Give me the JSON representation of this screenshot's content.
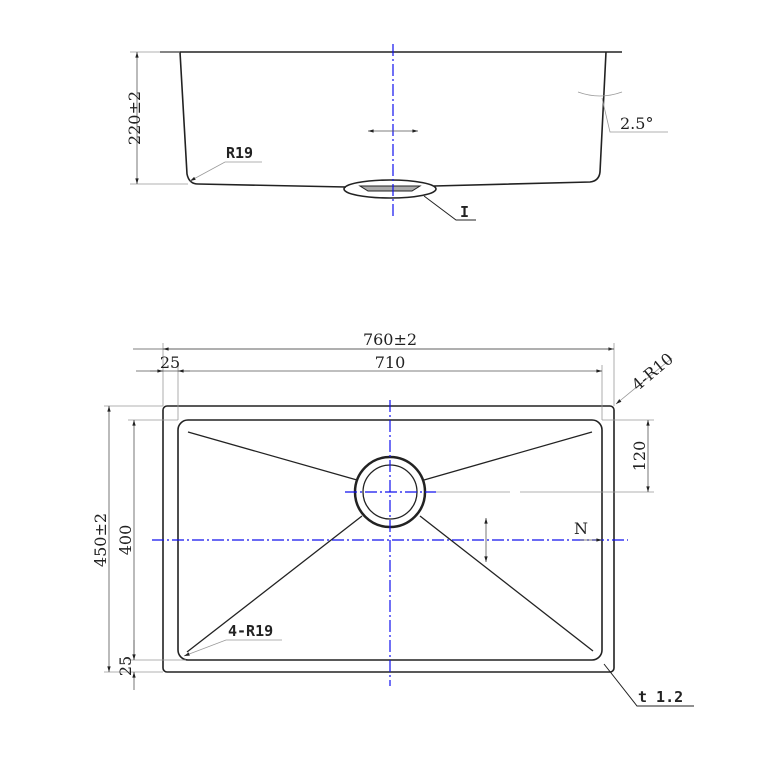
{
  "side_view": {
    "height_dim": "220±2",
    "radius_label": "R19",
    "angle_label": "2.5°",
    "detail_label": "I"
  },
  "top_view": {
    "overall_width": "760±2",
    "inner_width": "710",
    "flange_width": "25",
    "corner_radius_outer": "4-R10",
    "drain_offset": "120",
    "overall_depth": "450±2",
    "inner_depth": "400",
    "flange_bottom": "25",
    "corner_radius_inner": "4-R19",
    "section_marker": "N",
    "thickness": "t 1.2"
  },
  "colors": {
    "centerline": "#1010ee",
    "line": "#222222"
  }
}
